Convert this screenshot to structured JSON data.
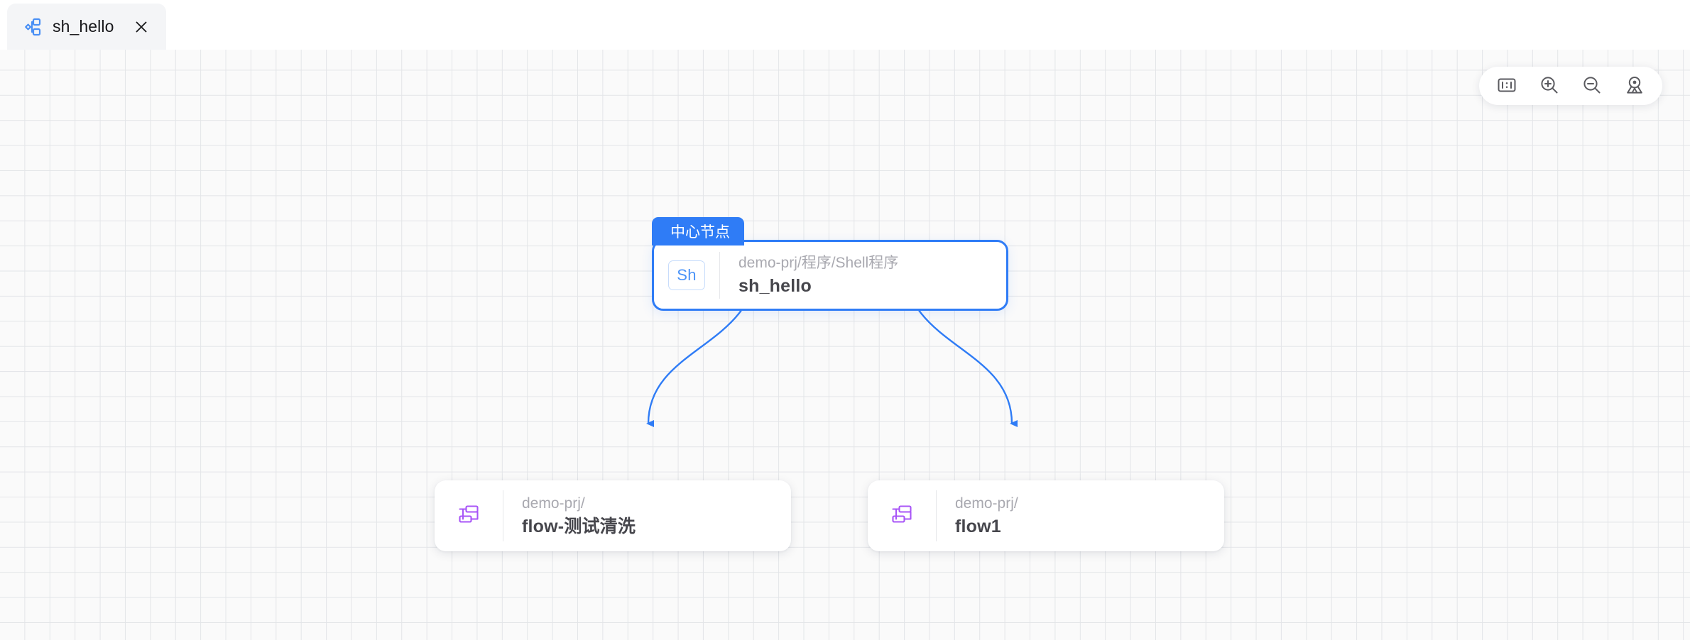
{
  "tab": {
    "label": "sh_hello",
    "icon": "relation-diagram-icon",
    "close_icon": "close-icon"
  },
  "toolbar": {
    "buttons": [
      {
        "name": "fit-one-to-one-button",
        "icon": "one-to-one-icon",
        "title": "1:1"
      },
      {
        "name": "zoom-in-button",
        "icon": "zoom-in-icon",
        "title": "+"
      },
      {
        "name": "zoom-out-button",
        "icon": "zoom-out-icon",
        "title": "-"
      },
      {
        "name": "locate-center-button",
        "icon": "map-pin-icon",
        "title": "locate"
      }
    ]
  },
  "graph": {
    "center_badge_label": "中心节点",
    "nodes": [
      {
        "id": "center",
        "icon_label": "Sh",
        "icon": "shell-badge-icon",
        "path": "demo-prj/程序/Shell程序",
        "title": "sh_hello",
        "is_center": true
      },
      {
        "id": "flow-clean",
        "icon": "flow-icon",
        "path": "demo-prj/",
        "title": "flow-测试清洗",
        "is_center": false
      },
      {
        "id": "flow1",
        "icon": "flow-icon",
        "path": "demo-prj/",
        "title": "flow1",
        "is_center": false
      }
    ],
    "edges": [
      {
        "from": "center",
        "to": "flow-clean",
        "arrow": "down"
      },
      {
        "from": "center",
        "to": "flow1",
        "arrow": "down"
      }
    ]
  },
  "colors": {
    "accent": "#2f7cf6",
    "flow_icon": "#a855f7",
    "canvas_bg": "#fafafa",
    "grid_line": "#e3e5e8",
    "node_title": "#46464c",
    "node_path": "#a9a9b0"
  }
}
